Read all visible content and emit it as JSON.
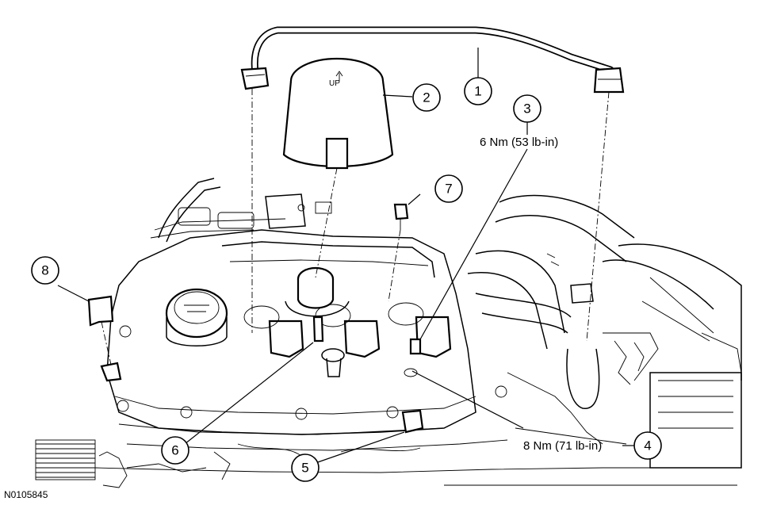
{
  "callouts": [
    {
      "id": "1",
      "label": "1"
    },
    {
      "id": "2",
      "label": "2"
    },
    {
      "id": "3",
      "label": "3"
    },
    {
      "id": "4",
      "label": "4"
    },
    {
      "id": "5",
      "label": "5"
    },
    {
      "id": "6",
      "label": "6"
    },
    {
      "id": "7",
      "label": "7"
    },
    {
      "id": "8",
      "label": "8"
    }
  ],
  "cover_marking": "UP",
  "torque_specs": {
    "item3": "6 Nm (53 lb-in)",
    "item4": "8 Nm (71 lb-in)"
  },
  "reference_code": "N0105845"
}
